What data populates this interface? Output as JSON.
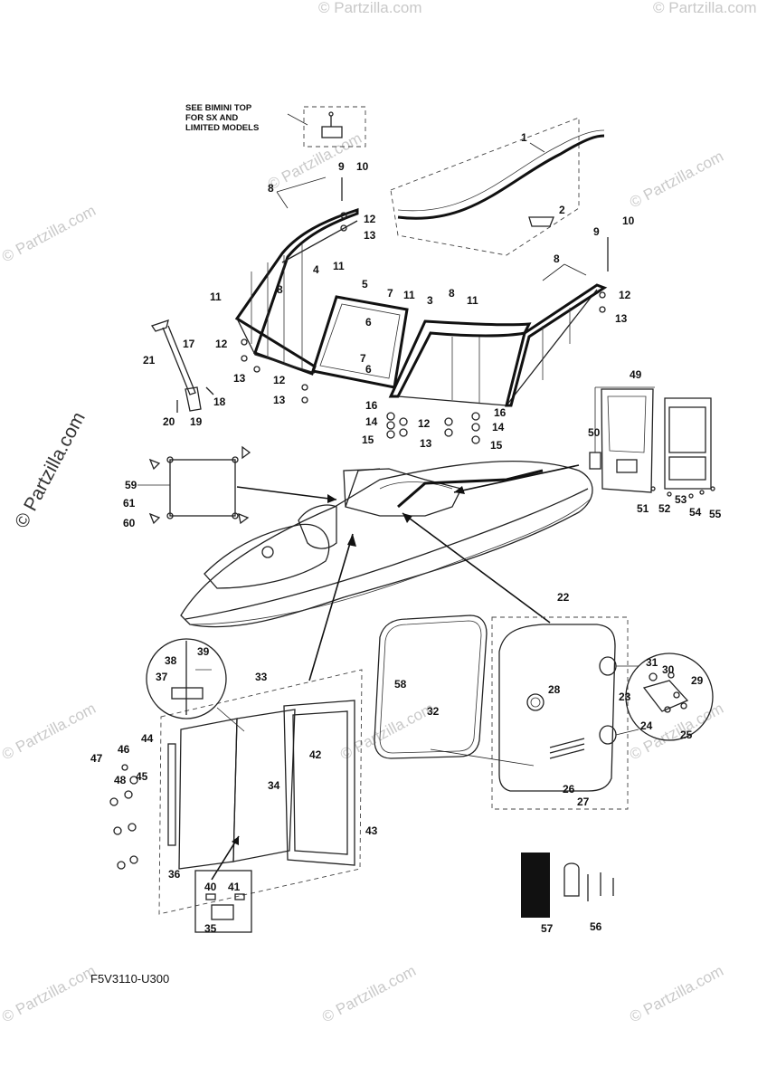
{
  "diagram": {
    "note_lines": [
      "SEE BIMINI TOP",
      "FOR SX AND",
      "LIMITED MODELS"
    ],
    "figure_code": "F5V3110-U300",
    "watermark": "© Partzilla.com",
    "watermark_vertical": "© Partzilla.com",
    "callouts": [
      {
        "id": "c1",
        "text": "1"
      },
      {
        "id": "c2",
        "text": "2"
      },
      {
        "id": "c3",
        "text": "3"
      },
      {
        "id": "c4",
        "text": "4"
      },
      {
        "id": "c5",
        "text": "5"
      },
      {
        "id": "c6a",
        "text": "6"
      },
      {
        "id": "c6b",
        "text": "6"
      },
      {
        "id": "c7a",
        "text": "7"
      },
      {
        "id": "c7b",
        "text": "7"
      },
      {
        "id": "c8a",
        "text": "8"
      },
      {
        "id": "c8b",
        "text": "8"
      },
      {
        "id": "c8c",
        "text": "8"
      },
      {
        "id": "c8d",
        "text": "8"
      },
      {
        "id": "c9a",
        "text": "9"
      },
      {
        "id": "c9b",
        "text": "9"
      },
      {
        "id": "c10a",
        "text": "10"
      },
      {
        "id": "c10b",
        "text": "10"
      },
      {
        "id": "c11a",
        "text": "11"
      },
      {
        "id": "c11b",
        "text": "11"
      },
      {
        "id": "c11c",
        "text": "11"
      },
      {
        "id": "c11d",
        "text": "11"
      },
      {
        "id": "c12a",
        "text": "12"
      },
      {
        "id": "c12b",
        "text": "12"
      },
      {
        "id": "c12c",
        "text": "12"
      },
      {
        "id": "c12d",
        "text": "12"
      },
      {
        "id": "c12e",
        "text": "12"
      },
      {
        "id": "c13a",
        "text": "13"
      },
      {
        "id": "c13b",
        "text": "13"
      },
      {
        "id": "c13c",
        "text": "13"
      },
      {
        "id": "c13d",
        "text": "13"
      },
      {
        "id": "c13e",
        "text": "13"
      },
      {
        "id": "c14a",
        "text": "14"
      },
      {
        "id": "c14b",
        "text": "14"
      },
      {
        "id": "c15a",
        "text": "15"
      },
      {
        "id": "c15b",
        "text": "15"
      },
      {
        "id": "c16a",
        "text": "16"
      },
      {
        "id": "c16b",
        "text": "16"
      },
      {
        "id": "c17",
        "text": "17"
      },
      {
        "id": "c18",
        "text": "18"
      },
      {
        "id": "c19",
        "text": "19"
      },
      {
        "id": "c20",
        "text": "20"
      },
      {
        "id": "c21",
        "text": "21"
      },
      {
        "id": "c22",
        "text": "22"
      },
      {
        "id": "c23",
        "text": "23"
      },
      {
        "id": "c24",
        "text": "24"
      },
      {
        "id": "c25",
        "text": "25"
      },
      {
        "id": "c26",
        "text": "26"
      },
      {
        "id": "c27",
        "text": "27"
      },
      {
        "id": "c28",
        "text": "28"
      },
      {
        "id": "c29",
        "text": "29"
      },
      {
        "id": "c30",
        "text": "30"
      },
      {
        "id": "c31",
        "text": "31"
      },
      {
        "id": "c32",
        "text": "32"
      },
      {
        "id": "c33",
        "text": "33"
      },
      {
        "id": "c34",
        "text": "34"
      },
      {
        "id": "c35",
        "text": "35"
      },
      {
        "id": "c36",
        "text": "36"
      },
      {
        "id": "c37",
        "text": "37"
      },
      {
        "id": "c38",
        "text": "38"
      },
      {
        "id": "c39",
        "text": "39"
      },
      {
        "id": "c40",
        "text": "40"
      },
      {
        "id": "c41",
        "text": "41"
      },
      {
        "id": "c42",
        "text": "42"
      },
      {
        "id": "c43",
        "text": "43"
      },
      {
        "id": "c44",
        "text": "44"
      },
      {
        "id": "c45",
        "text": "45"
      },
      {
        "id": "c46",
        "text": "46"
      },
      {
        "id": "c47",
        "text": "47"
      },
      {
        "id": "c48",
        "text": "48"
      },
      {
        "id": "c49",
        "text": "49"
      },
      {
        "id": "c50",
        "text": "50"
      },
      {
        "id": "c51",
        "text": "51"
      },
      {
        "id": "c52",
        "text": "52"
      },
      {
        "id": "c53",
        "text": "53"
      },
      {
        "id": "c54",
        "text": "54"
      },
      {
        "id": "c55",
        "text": "55"
      },
      {
        "id": "c56",
        "text": "56"
      },
      {
        "id": "c57",
        "text": "57"
      },
      {
        "id": "c58",
        "text": "58"
      },
      {
        "id": "c59",
        "text": "59"
      },
      {
        "id": "c60",
        "text": "60"
      },
      {
        "id": "c61",
        "text": "61"
      }
    ]
  }
}
